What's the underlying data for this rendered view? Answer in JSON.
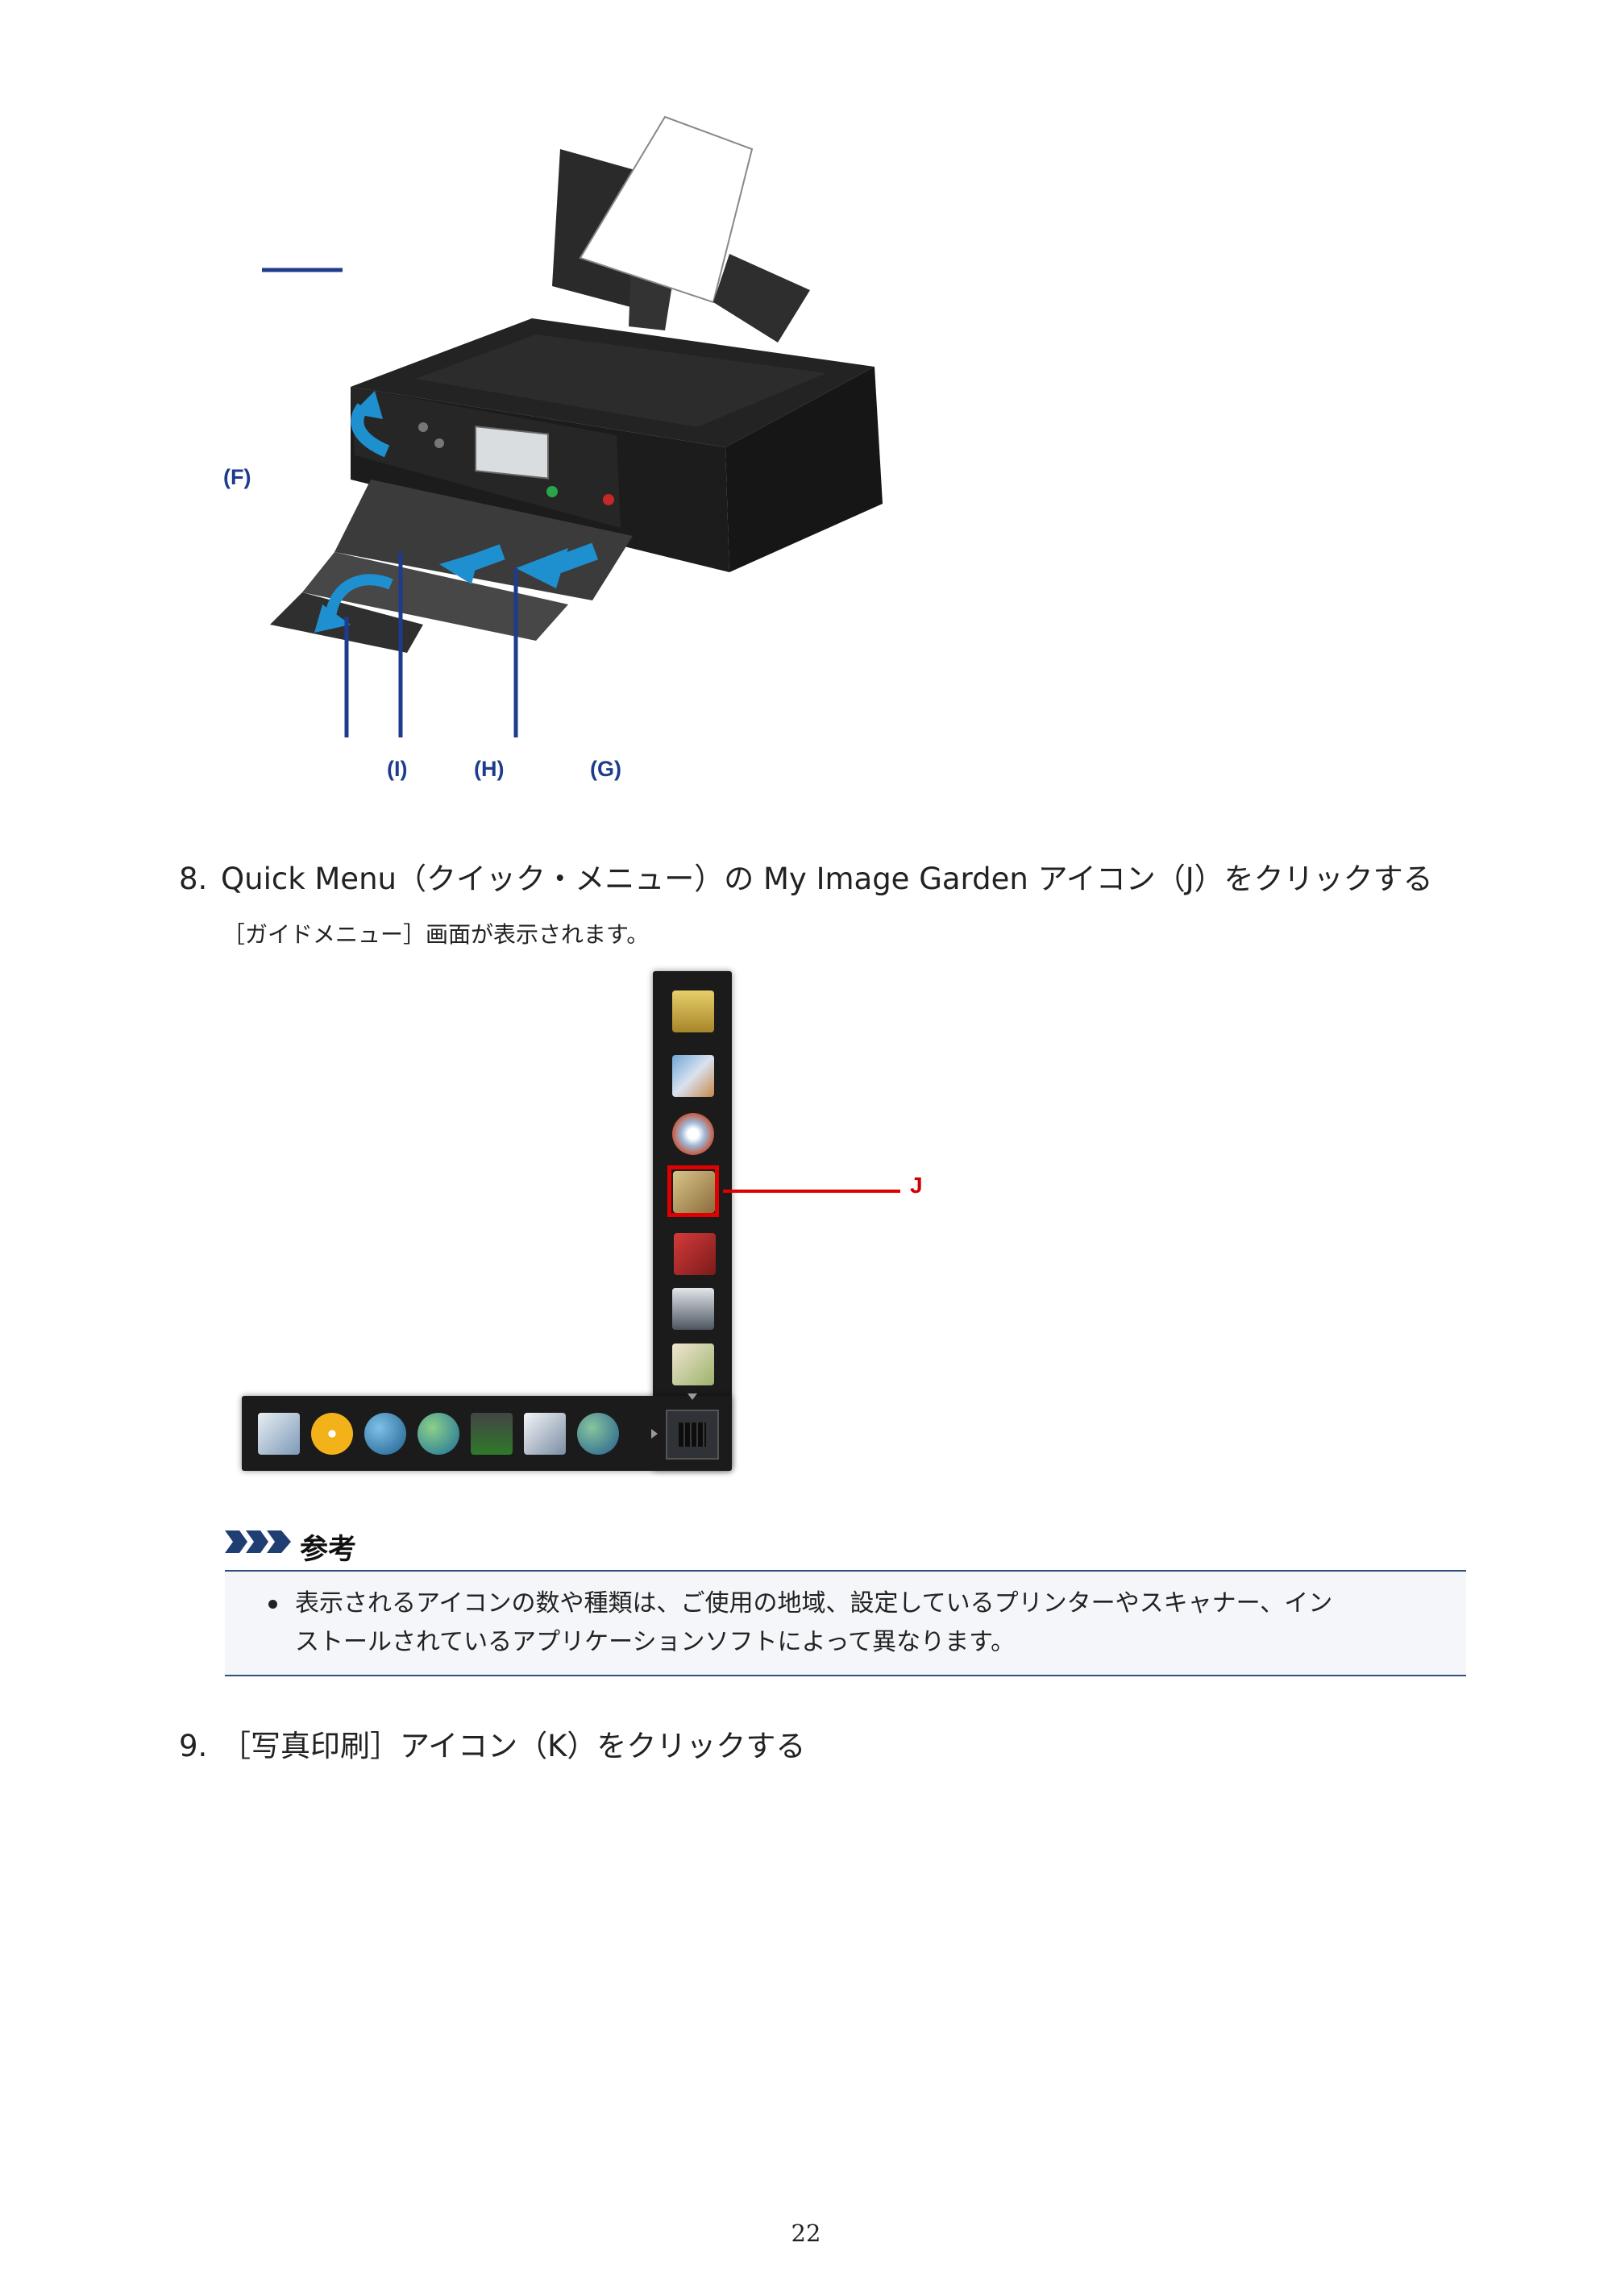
{
  "figure1": {
    "callouts": {
      "f": "(F)",
      "g": "(G)",
      "h": "(H)",
      "i": "(I)"
    }
  },
  "step8": {
    "number": "8.",
    "text": "Quick Menu（クイック・メニュー）の My Image Garden アイコン（J）をクリックする",
    "subtext": "［ガイドメニュー］画面が表示されます。"
  },
  "quick_menu": {
    "highlight_label": "J",
    "vertical_icons": [
      "creative-park-premium-icon",
      "photo-collage-icon",
      "disc-label-icon",
      "my-image-garden-icon",
      "photo-album-icon",
      "printer-scan-icon",
      "photo-layout-icon"
    ],
    "horizontal_icons": [
      "photo-stack-icon",
      "wifi-icon",
      "globe-info-icon",
      "globe-store-icon",
      "user-support-icon",
      "help-document-icon",
      "globe-help-icon"
    ],
    "colors": {
      "bar": "#1b1b1b",
      "highlight": "#e00000"
    }
  },
  "note": {
    "title": "参考",
    "line1": "表示されるアイコンの数や種類は、ご使用の地域、設定しているプリンターやスキャナー、イン",
    "line2": "ストールされているアプリケーションソフトによって異なります。"
  },
  "step9": {
    "number": "9.",
    "text": "［写真印刷］アイコン（K）をクリックする"
  },
  "footer": {
    "page_number": "22"
  }
}
